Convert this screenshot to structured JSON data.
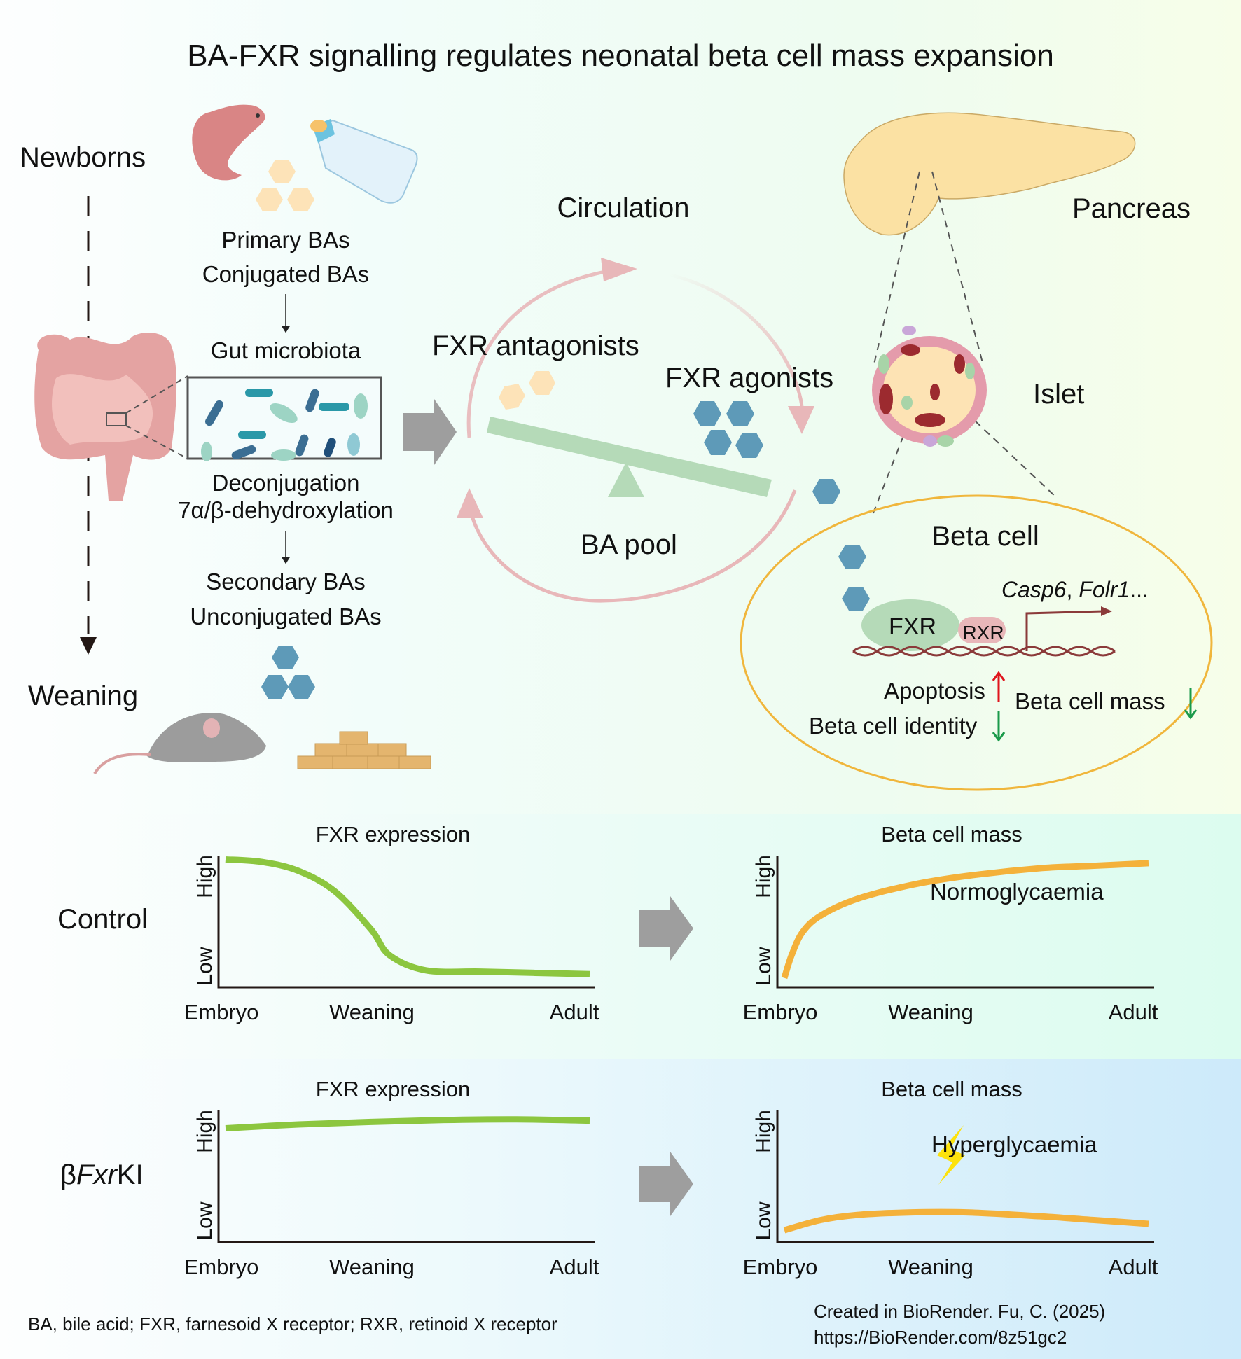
{
  "title": "BA-FXR signalling regulates neonatal beta cell mass expansion",
  "timeline": {
    "start": "Newborns",
    "end": "Weaning"
  },
  "gut_pathway": {
    "input_line1": "Primary BAs",
    "input_line2": "Conjugated BAs",
    "microbiota": "Gut microbiota",
    "process_line1": "Deconjugation",
    "process_line2": "7α/β-dehydroxylation",
    "output_line1": "Secondary BAs",
    "output_line2": "Unconjugated BAs"
  },
  "circulation": {
    "label": "Circulation",
    "antagonists": "FXR antagonists",
    "agonists": "FXR agonists",
    "pool": "BA pool"
  },
  "pancreas": {
    "organ": "Pancreas",
    "islet": "Islet"
  },
  "beta_cell": {
    "title": "Beta cell",
    "genes_part1": "Casp6",
    "genes_sep": ", ",
    "genes_part2": "Folr1",
    "genes_suffix": "...",
    "fxr": "FXR",
    "rxr": "RXR",
    "apoptosis": "Apoptosis",
    "apoptosis_dir": "up",
    "identity": "Beta cell identity",
    "identity_dir": "down",
    "mass": "Beta cell mass",
    "mass_dir": "down"
  },
  "colors": {
    "primary_ba": "#fde3b8",
    "secondary_ba": "#5e9ab8",
    "fxr_line": "#8cc63f",
    "mass_line": "#f4b13a",
    "circulation_arrow": "#e8b7b9",
    "seesaw": "#b5dab8",
    "beta_cell_border": "#f0b63c",
    "up_arrow": "#e0141c",
    "down_arrow": "#1a9a4a",
    "lightning": "#fde20c"
  },
  "rows": [
    {
      "label": "Control",
      "label_italic": "",
      "label_suffix": ""
    },
    {
      "label": "β",
      "label_italic": "Fxr",
      "label_suffix": "KI"
    }
  ],
  "chart_data": [
    {
      "type": "line",
      "row": "Control",
      "title": "FXR expression",
      "xlabel": "",
      "ylabel": "",
      "x_ticks": [
        "Embryo",
        "Weaning",
        "Adult"
      ],
      "y_ticks": [
        "Low",
        "High"
      ],
      "ylim": [
        0,
        1
      ],
      "xlim": [
        0,
        1
      ],
      "series": [
        {
          "name": "FXR expression",
          "x": [
            0,
            0.1,
            0.2,
            0.3,
            0.4,
            0.45,
            0.55,
            0.7,
            0.85,
            1.0
          ],
          "y": [
            0.97,
            0.95,
            0.88,
            0.72,
            0.42,
            0.22,
            0.1,
            0.09,
            0.08,
            0.07
          ]
        }
      ]
    },
    {
      "type": "line",
      "row": "Control",
      "title": "Beta cell mass",
      "annotation": "Normoglycaemia",
      "x_ticks": [
        "Embryo",
        "Weaning",
        "Adult"
      ],
      "y_ticks": [
        "Low",
        "High"
      ],
      "ylim": [
        0,
        1
      ],
      "xlim": [
        0,
        1
      ],
      "series": [
        {
          "name": "Beta cell mass",
          "x": [
            0,
            0.02,
            0.05,
            0.1,
            0.2,
            0.35,
            0.5,
            0.7,
            0.85,
            1.0
          ],
          "y": [
            0.04,
            0.22,
            0.4,
            0.53,
            0.66,
            0.77,
            0.84,
            0.9,
            0.92,
            0.94
          ]
        }
      ]
    },
    {
      "type": "line",
      "row": "βFxrKI",
      "title": "FXR expression",
      "x_ticks": [
        "Embryo",
        "Weaning",
        "Adult"
      ],
      "y_ticks": [
        "Low",
        "High"
      ],
      "ylim": [
        0,
        1
      ],
      "xlim": [
        0,
        1
      ],
      "series": [
        {
          "name": "FXR expression",
          "x": [
            0,
            0.2,
            0.4,
            0.6,
            0.8,
            1.0
          ],
          "y": [
            0.86,
            0.89,
            0.91,
            0.925,
            0.93,
            0.92
          ]
        }
      ]
    },
    {
      "type": "line",
      "row": "βFxrKI",
      "title": "Beta cell mass",
      "annotation": "Hyperglycaemia",
      "x_ticks": [
        "Embryo",
        "Weaning",
        "Adult"
      ],
      "y_ticks": [
        "Low",
        "High"
      ],
      "ylim": [
        0,
        1
      ],
      "xlim": [
        0,
        1
      ],
      "series": [
        {
          "name": "Beta cell mass",
          "x": [
            0,
            0.1,
            0.2,
            0.35,
            0.5,
            0.7,
            0.85,
            1.0
          ],
          "y": [
            0.06,
            0.14,
            0.18,
            0.2,
            0.2,
            0.17,
            0.14,
            0.11
          ]
        }
      ]
    }
  ],
  "footer": {
    "abbreviations": "BA, bile acid; FXR, farnesoid X receptor; RXR, retinoid X receptor",
    "credit_line1": "Created in BioRender. Fu, C. (2025)",
    "credit_line2": "https://BioRender.com/8z51gc2"
  }
}
